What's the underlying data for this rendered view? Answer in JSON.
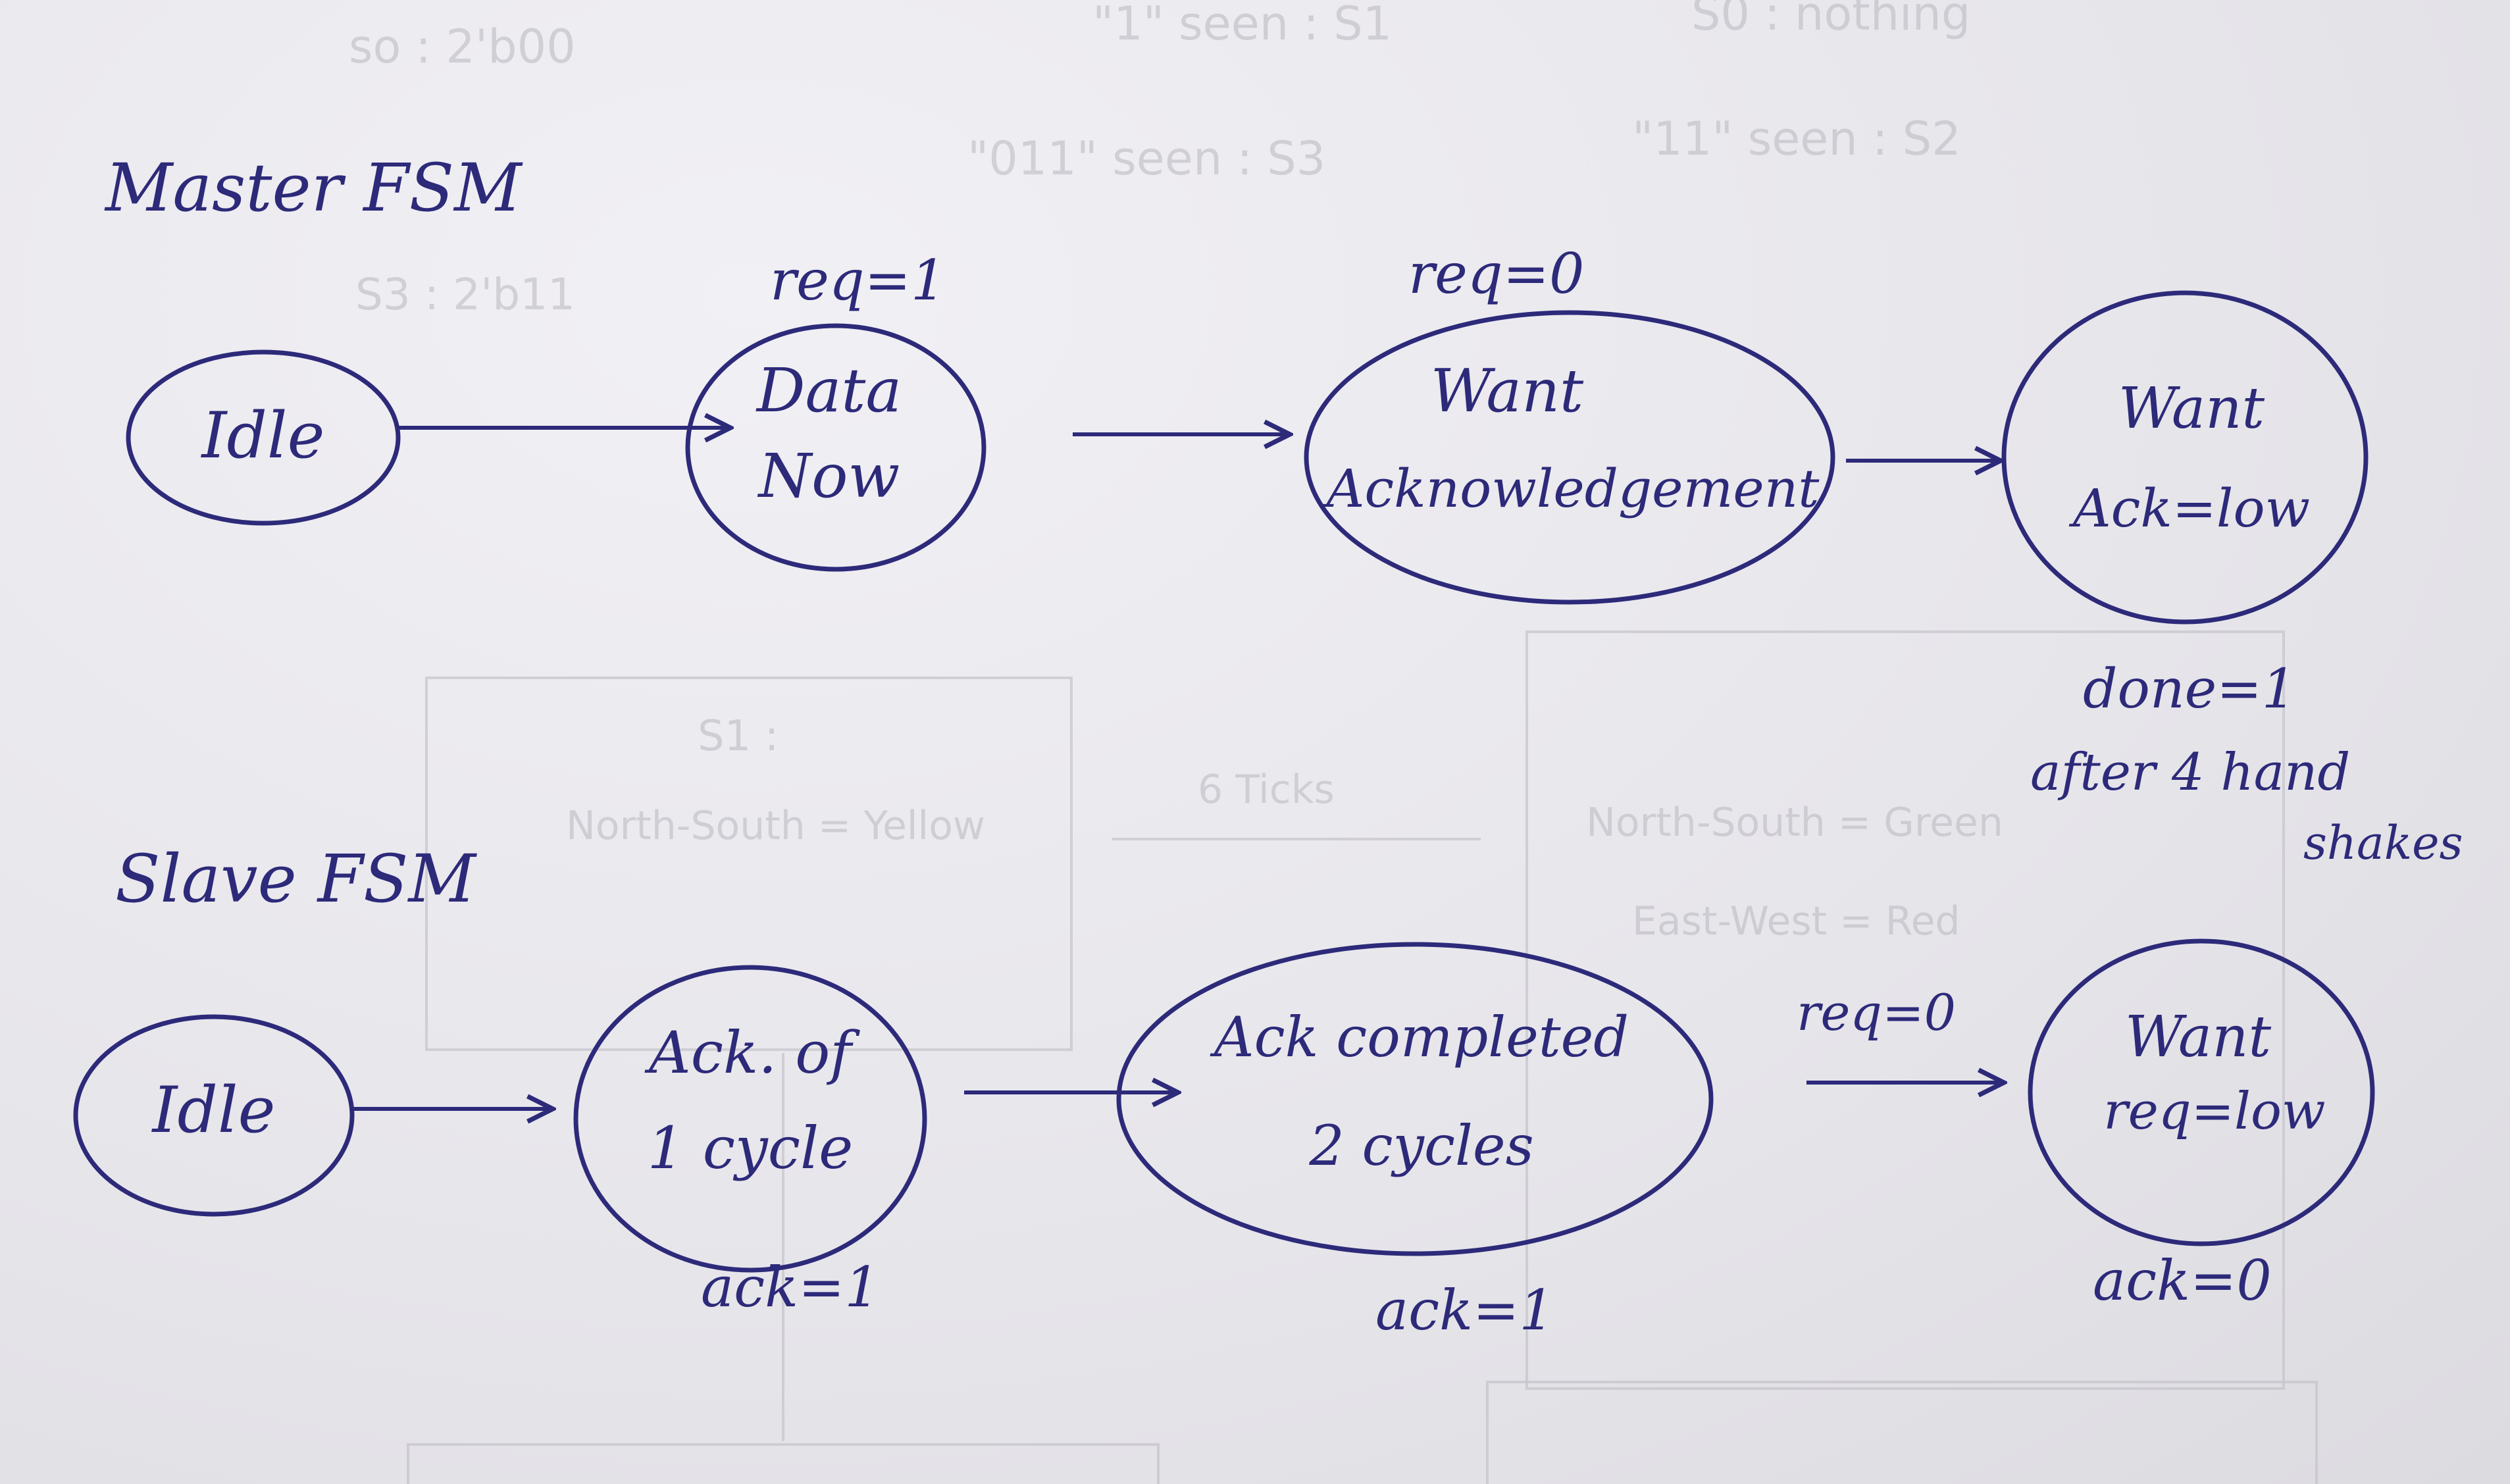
{
  "colors": {
    "ink": "#2d2a7a",
    "paper": "#e9e8ec",
    "bleed_through": "#b9b8c0"
  },
  "master": {
    "title": "Master FSM",
    "states": {
      "idle": "Idle",
      "data_now": [
        "Data",
        "Now"
      ],
      "want_ack": [
        "Want",
        "Acknowledgement"
      ],
      "want_ack_low": [
        "Want",
        "Ack=low"
      ]
    },
    "labels": {
      "req_high": "req=1",
      "req_low": "req=0",
      "done": "done=1",
      "after": "after 4 hand",
      "shakes": "shakes"
    }
  },
  "slave": {
    "title": "Slave FSM",
    "states": {
      "idle": "Idle",
      "ack_one": [
        "Ack. of",
        "1 cycle"
      ],
      "ack_completed": [
        "Ack completed",
        "2 cycles"
      ],
      "want_req_low": [
        "Want",
        "req=low"
      ]
    },
    "labels": {
      "ack_one_out": "ack=1",
      "ack_completed_out": "ack=1",
      "req_low": "req=0",
      "ack_zero": "ack=0"
    }
  }
}
